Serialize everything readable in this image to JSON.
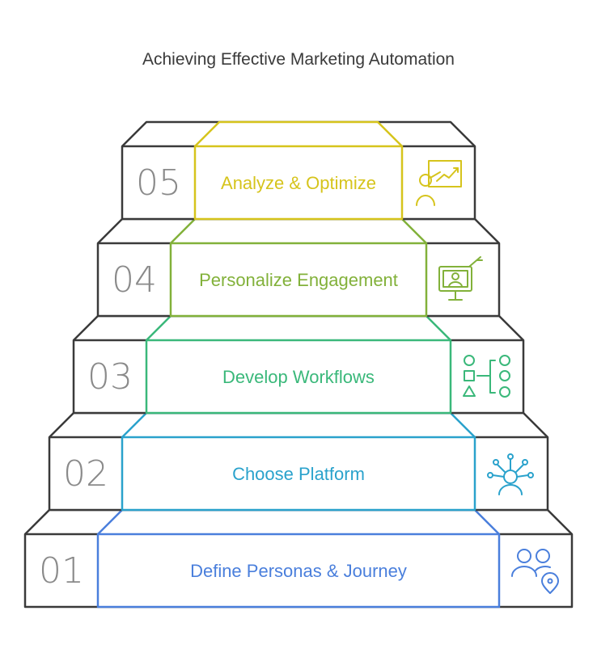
{
  "title": "Achieving Effective Marketing Automation",
  "steps": [
    {
      "number": "01",
      "label": "Define Personas & Journey",
      "color": "#4a7fdc",
      "icon": "people-location-icon"
    },
    {
      "number": "02",
      "label": "Choose Platform",
      "color": "#2aa2cc",
      "icon": "network-person-icon"
    },
    {
      "number": "03",
      "label": "Develop Workflows",
      "color": "#3ab87a",
      "icon": "workflow-shapes-icon"
    },
    {
      "number": "04",
      "label": "Personalize Engagement",
      "color": "#82b13a",
      "icon": "monitor-user-icon"
    },
    {
      "number": "05",
      "label": "Analyze & Optimize",
      "color": "#d6c41c",
      "icon": "presentation-chart-icon"
    }
  ],
  "outline_color": "#3a3a3a",
  "number_color": "#8a8a8a"
}
